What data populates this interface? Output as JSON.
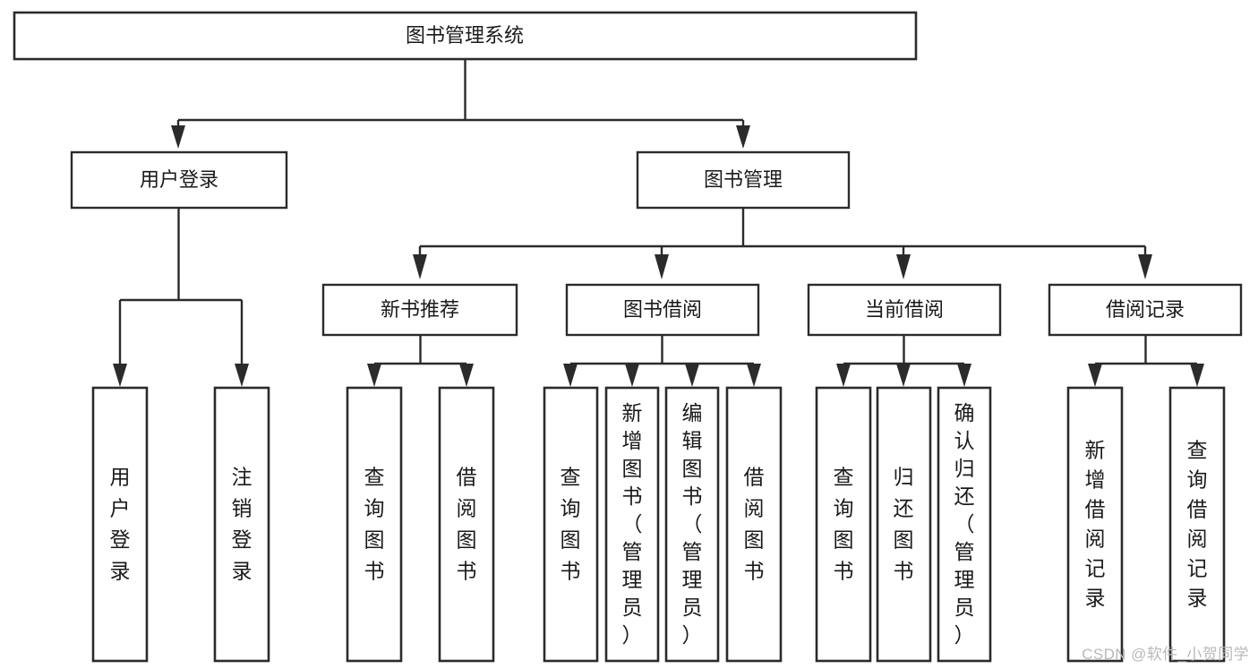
{
  "diagram": {
    "type": "tree-hierarchy",
    "orientation": "top-down",
    "title": "图书管理系统",
    "colors": {
      "stroke": "#2b2b2b",
      "fill": "#ffffff",
      "text": "#1a1a1a",
      "background": "#ffffff",
      "watermark": "#b9b9b9"
    },
    "root": {
      "label": "图书管理系统",
      "text_orientation": "horizontal"
    },
    "level2": [
      {
        "label": "用户登录",
        "text_orientation": "horizontal"
      },
      {
        "label": "图书管理",
        "text_orientation": "horizontal"
      }
    ],
    "level3": [
      {
        "label": "新书推荐",
        "text_orientation": "horizontal"
      },
      {
        "label": "图书借阅",
        "text_orientation": "horizontal"
      },
      {
        "label": "当前借阅",
        "text_orientation": "horizontal"
      },
      {
        "label": "借阅记录",
        "text_orientation": "horizontal"
      }
    ],
    "leaves": {
      "user_login": [
        {
          "label": "用户登录",
          "text_orientation": "vertical"
        },
        {
          "label": "注销登录",
          "text_orientation": "vertical"
        }
      ],
      "new_book_recommend": [
        {
          "label": "查询图书",
          "text_orientation": "vertical"
        },
        {
          "label": "借阅图书",
          "text_orientation": "vertical"
        }
      ],
      "book_borrow": [
        {
          "label": "查询图书",
          "text_orientation": "vertical"
        },
        {
          "label": "新增图书（管理员）",
          "text_orientation": "vertical"
        },
        {
          "label": "编辑图书（管理员）",
          "text_orientation": "vertical"
        },
        {
          "label": "借阅图书",
          "text_orientation": "vertical"
        }
      ],
      "current_borrow": [
        {
          "label": "查询图书",
          "text_orientation": "vertical"
        },
        {
          "label": "归还图书",
          "text_orientation": "vertical"
        },
        {
          "label": "确认归还（管理员）",
          "text_orientation": "vertical"
        }
      ],
      "borrow_record": [
        {
          "label": "新增借阅记录",
          "text_orientation": "vertical"
        },
        {
          "label": "查询借阅记录",
          "text_orientation": "vertical"
        }
      ]
    }
  },
  "watermark": {
    "text": "CSDN @软件_小贺同学"
  }
}
